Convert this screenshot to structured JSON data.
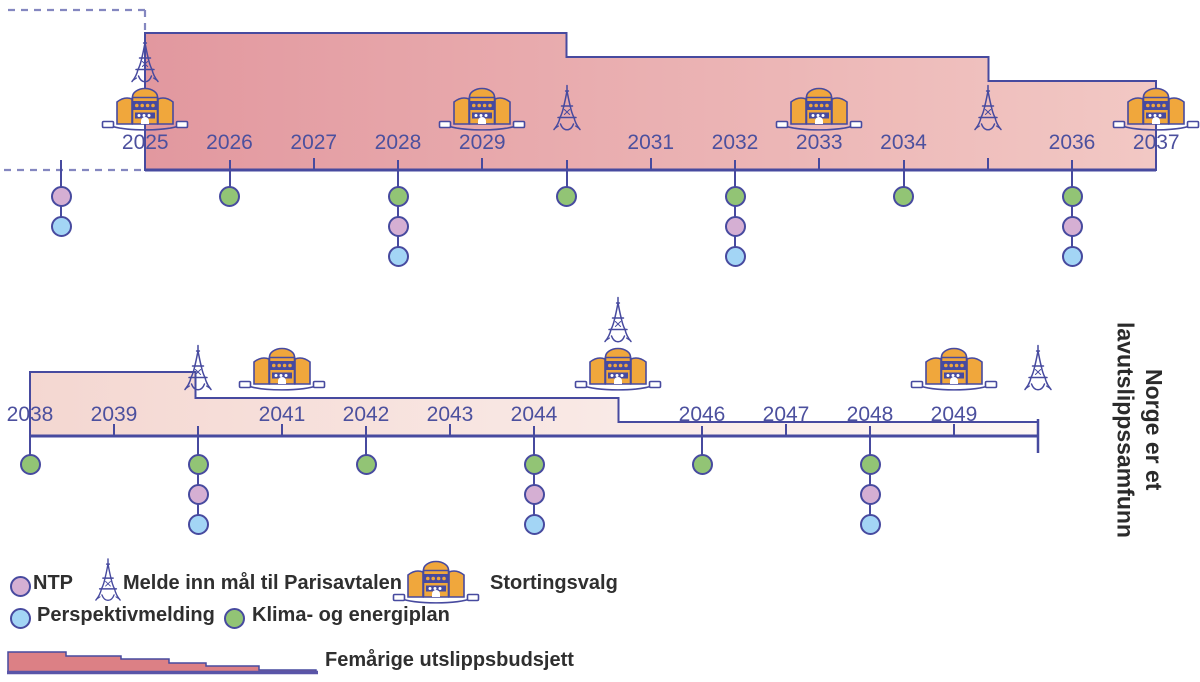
{
  "vertical_title": {
    "line1": "Norge er et",
    "line2": "lavutslippssamfunn"
  },
  "legend": {
    "ntp_label": "NTP",
    "paris_label": "Melde inn mål til Parisavtalen",
    "election_label": "Stortingsvalg",
    "perspektivmelding_label": "Perspektivmelding",
    "klima_energiplan_label": "Klima- og energiplan",
    "budget_label": "Femårige utslippsbudsjett"
  },
  "colors": {
    "ntp": "#d5afd3",
    "perspektivmelding": "#a3d5f5",
    "klima_energiplan": "#92c475",
    "line": "#474a9f",
    "year_label": "#4c509e",
    "budget_row1_left": "#e2989f",
    "budget_row1_right": "#f2c8c4",
    "budget_row2_left": "#f4d7d1",
    "budget_row2_right": "#fdf7f5",
    "legend_budget_fill": "#dc8085"
  },
  "rows": [
    {
      "name": "timeline-2025-2037",
      "label_years": [
        "2025",
        "2026",
        "2027",
        "2028",
        "2029",
        "2031",
        "2032",
        "2033",
        "2034",
        "2036",
        "2037"
      ],
      "events": [
        {
          "year": 2024,
          "items": [
            "ntp",
            "pm"
          ]
        },
        {
          "year": 2026,
          "items": [
            "kep"
          ]
        },
        {
          "year": 2028,
          "items": [
            "kep",
            "ntp",
            "pm"
          ]
        },
        {
          "year": 2030,
          "items": [
            "kep"
          ]
        },
        {
          "year": 2032,
          "items": [
            "kep",
            "ntp",
            "pm"
          ]
        },
        {
          "year": 2034,
          "items": [
            "kep"
          ]
        },
        {
          "year": 2036,
          "items": [
            "kep",
            "ntp",
            "pm"
          ]
        }
      ],
      "icons": [
        {
          "year": 2025,
          "types": [
            "paris",
            "election"
          ]
        },
        {
          "year": 2029,
          "types": [
            "election"
          ]
        },
        {
          "year": 2030,
          "types": [
            "paris"
          ]
        },
        {
          "year": 2033,
          "types": [
            "election"
          ]
        },
        {
          "year": 2035,
          "types": [
            "paris"
          ]
        },
        {
          "year": 2037,
          "types": [
            "election"
          ]
        }
      ]
    },
    {
      "name": "timeline-2038-2050",
      "label_years": [
        "2038",
        "2039",
        "2041",
        "2042",
        "2043",
        "2044",
        "2046",
        "2047",
        "2048",
        "2049"
      ],
      "events": [
        {
          "year": 2038,
          "items": [
            "kep"
          ]
        },
        {
          "year": 2040,
          "items": [
            "kep",
            "ntp",
            "pm"
          ]
        },
        {
          "year": 2042,
          "items": [
            "kep"
          ]
        },
        {
          "year": 2044,
          "items": [
            "kep",
            "ntp",
            "pm"
          ]
        },
        {
          "year": 2046,
          "items": [
            "kep"
          ]
        },
        {
          "year": 2048,
          "items": [
            "kep",
            "ntp",
            "pm"
          ]
        }
      ],
      "icons": [
        {
          "year": 2040,
          "types": [
            "paris"
          ]
        },
        {
          "year": 2041,
          "types": [
            "election"
          ]
        },
        {
          "year": 2045,
          "types": [
            "paris",
            "election"
          ]
        },
        {
          "year": 2049,
          "types": [
            "election"
          ]
        },
        {
          "year": 2050,
          "types": [
            "paris"
          ]
        }
      ]
    }
  ]
}
